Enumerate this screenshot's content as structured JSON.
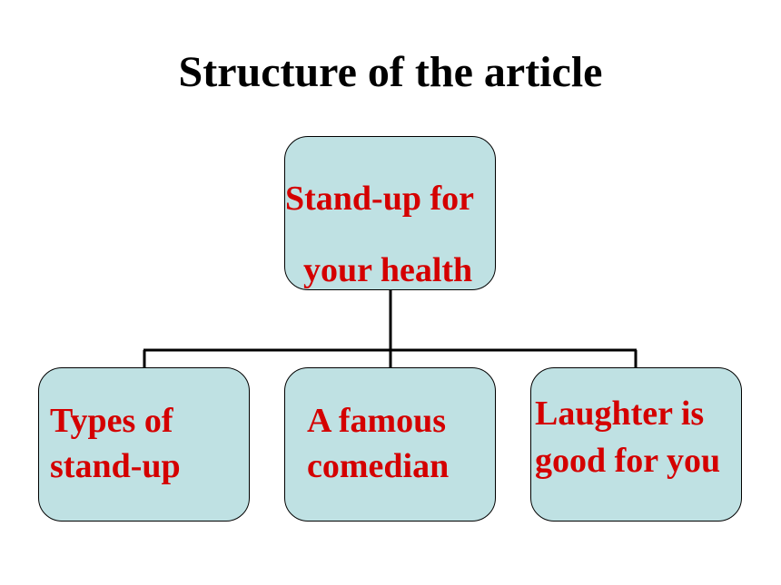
{
  "title": "Structure of the article",
  "root": {
    "line1": "Stand-up for",
    "line2": "your health"
  },
  "children": [
    {
      "line1": "Types of",
      "line2": "stand-up"
    },
    {
      "line1": "A famous",
      "line2": "comedian"
    },
    {
      "line1": "Laughter is",
      "line2": "good for you"
    }
  ],
  "colors": {
    "node_fill": "#bfe1e3",
    "node_text": "#d40000",
    "title_text": "#000000",
    "connector": "#000000"
  }
}
